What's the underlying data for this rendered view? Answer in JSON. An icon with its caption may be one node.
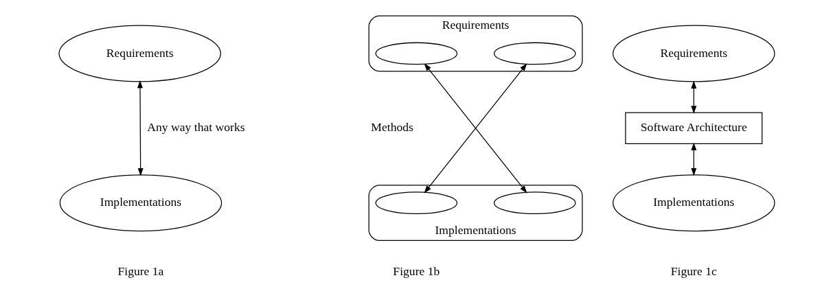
{
  "diagram": {
    "nodes": [
      {
        "text": [
          "Requirements"
        ]
      },
      {
        "text": [
          "Implementations"
        ]
      },
      {
        "text": [
          "Requirements"
        ]
      },
      {
        "text": [],
        "shape": "ellipse",
        "in": 2
      },
      {
        "text": [],
        "shape": "ellipse",
        "in": 2
      },
      {
        "text": [
          "Implementations"
        ]
      },
      {
        "text": [],
        "shape": "ellipse",
        "in": 5
      },
      {
        "text": [],
        "shape": "ellipse",
        "in": 5
      },
      {
        "text": [
          "Requirements"
        ]
      },
      {
        "text": [
          "Software Architecture"
        ]
      },
      {
        "text": [
          "Implementations"
        ]
      }
    ],
    "edges": [
      {
        "from": 0,
        "to": 1,
        "arrow": "both"
      },
      {
        "from": 3,
        "to": 7,
        "arrow": "both"
      },
      {
        "from": 4,
        "to": 6,
        "arrow": "both"
      },
      {
        "from": 8,
        "to": 9,
        "arrow": "both"
      },
      {
        "from": 9,
        "to": 10,
        "arrow": "both"
      }
    ],
    "labels": [
      "Any way that works",
      "Methods",
      "Figure 1a",
      "Figure 1b",
      "Figure 1c"
    ]
  }
}
